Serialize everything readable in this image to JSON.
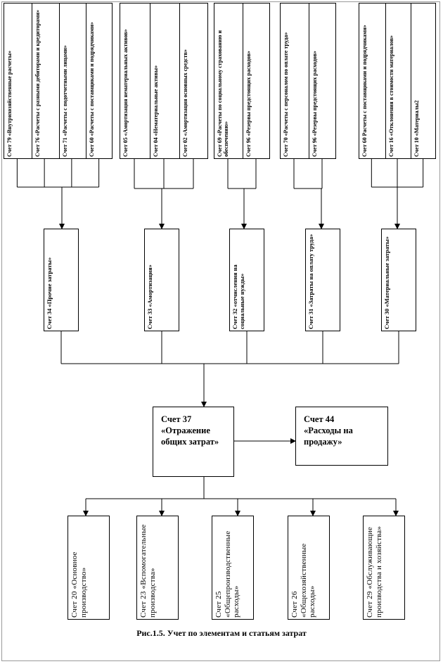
{
  "top_groups": [
    {
      "id": "g1",
      "accounts": [
        "Счет 79 «Внутрихозяйственные расчеты»",
        "Счет 76 «Расчеты с разными дебиторами и кредиторами»",
        "Счет 71 «Расчеты с подотчетными лицами»",
        "Счет 60 «Расчеты с поставщиками и подрядчиками»"
      ]
    },
    {
      "id": "g2",
      "accounts": [
        "Счет 05 «Амортизация нематериальных активов»",
        "Счет 04 «Нематериальные активы»",
        "Счет 02 «Амортизация основных средств»"
      ]
    },
    {
      "id": "g3",
      "accounts": [
        "Счет 69 «Расчеты по социальному страхованию и обеспечению»",
        "Счет 96 «Резервы предстоящих расходов»"
      ]
    },
    {
      "id": "g4",
      "accounts": [
        "Счет 70 «Расчеты с персоналом по оплате труда»",
        "Счет 96 «Резервы предстоящих расходов»"
      ]
    },
    {
      "id": "g5",
      "accounts": [
        "Счет 60 Расчеты с поставщиками и подрядчиками»",
        "Счет 16 «Отклонения в стоимости материалов»",
        "Счет 10 «Материалы2"
      ]
    }
  ],
  "element_accounts": [
    "Счет 34 «Прочие затраты»",
    "Счет 33 «Амортизация»",
    "Счет 32 «отчисления на социальные нужды»",
    "Счет 31 «Затраты на оплату труда»",
    "Счет 30 «Материальные затраты»"
  ],
  "center_box": {
    "lines": [
      "Счет 37",
      "«Отражение",
      "общих затрат»"
    ]
  },
  "sales_box": {
    "lines": [
      "Счет 44",
      "«Расходы на",
      "продажу»"
    ]
  },
  "bottom_accounts": [
    "Счет 20 «Основное производство»",
    "Счет 23 «Вспомогательные производства»",
    "Счет 25 «Общепроизводственные расходы»",
    "Счет 26 «Общехозяйственные расходы»",
    "Счет 29 «Обслуживающие производства и хозяйства»"
  ],
  "caption": "Рис.1.5. Учет по элементам и статьям затрат"
}
